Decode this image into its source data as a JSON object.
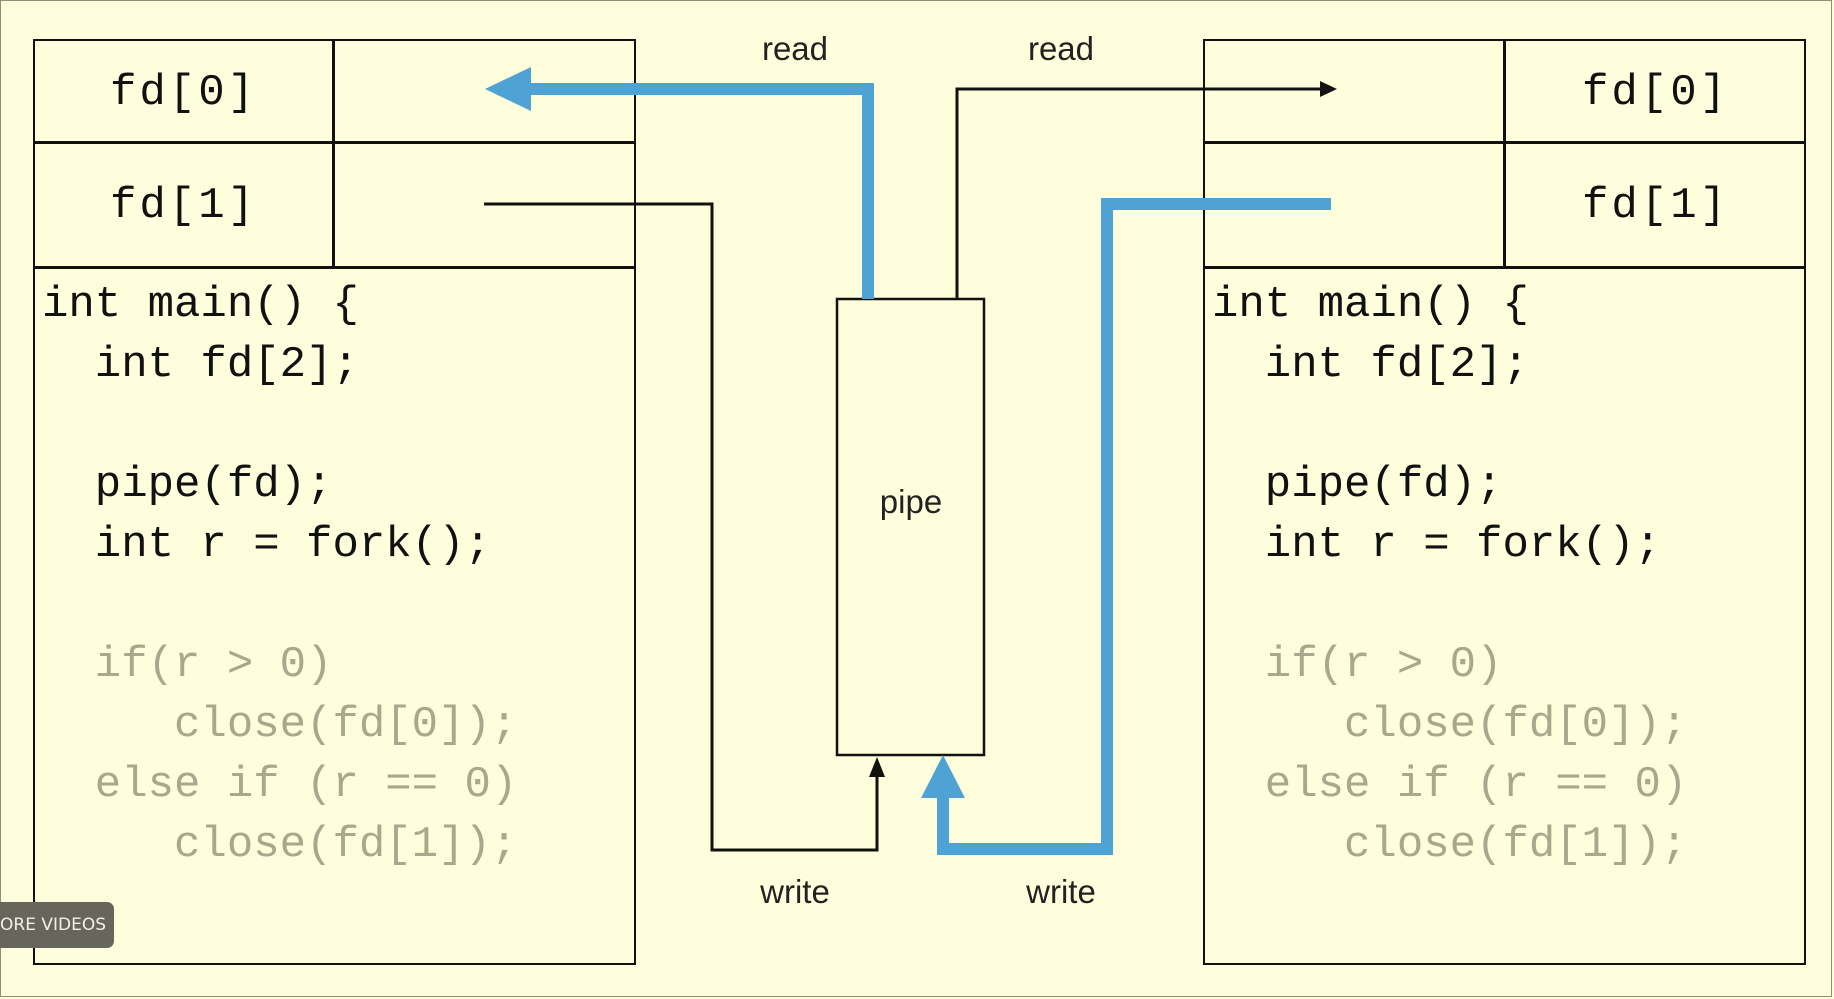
{
  "left_process": {
    "fd_table": [
      {
        "label": "fd[0]"
      },
      {
        "label": "fd[1]"
      }
    ],
    "code_lines": [
      {
        "text": "int main() {",
        "dim": false
      },
      {
        "text": "  int fd[2];",
        "dim": false
      },
      {
        "text": "",
        "dim": false
      },
      {
        "text": "  pipe(fd);",
        "dim": false
      },
      {
        "text": "  int r = fork();",
        "dim": false
      },
      {
        "text": "",
        "dim": false
      },
      {
        "text": "  if(r > 0)",
        "dim": true
      },
      {
        "text": "     close(fd[0]);",
        "dim": true
      },
      {
        "text": "  else if (r == 0)",
        "dim": true
      },
      {
        "text": "     close(fd[1]);",
        "dim": true
      }
    ]
  },
  "right_process": {
    "fd_table": [
      {
        "label": "fd[0]"
      },
      {
        "label": "fd[1]"
      }
    ],
    "code_lines": [
      {
        "text": "int main() {",
        "dim": false
      },
      {
        "text": "  int fd[2];",
        "dim": false
      },
      {
        "text": "",
        "dim": false
      },
      {
        "text": "  pipe(fd);",
        "dim": false
      },
      {
        "text": "  int r = fork();",
        "dim": false
      },
      {
        "text": "",
        "dim": false
      },
      {
        "text": "  if(r > 0)",
        "dim": true
      },
      {
        "text": "     close(fd[0]);",
        "dim": true
      },
      {
        "text": "  else if (r == 0)",
        "dim": true
      },
      {
        "text": "     close(fd[1]);",
        "dim": true
      }
    ]
  },
  "pipe": {
    "label": "pipe"
  },
  "flow_labels": {
    "left_read": "read",
    "right_read": "read",
    "left_write": "write",
    "right_write": "write"
  },
  "overlay": {
    "more_videos_label": "ORE VIDEOS"
  },
  "colors": {
    "background": "#fefedc",
    "highlight_blue": "#4fa3d4",
    "line_black": "#111111",
    "dim_code": "#a7a88c"
  }
}
